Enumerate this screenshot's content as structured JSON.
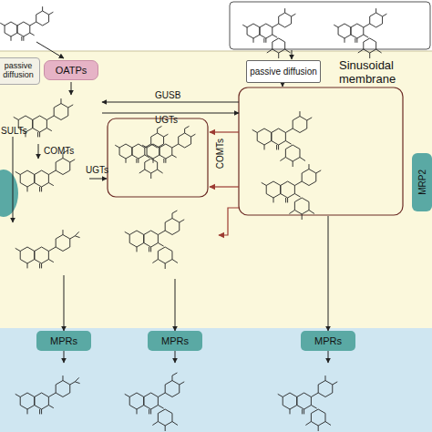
{
  "diagram": {
    "nodes": [
      {
        "text": [
          "passive diffusion"
        ]
      },
      {
        "text": [
          "OATPs"
        ]
      },
      {
        "text": [
          "passive diffusion"
        ]
      },
      {
        "text": [
          "MRP2"
        ]
      },
      {
        "text": [
          "MPRs"
        ]
      },
      {
        "text": [
          "MPRs"
        ]
      },
      {
        "text": [
          "MPRs"
        ]
      }
    ],
    "labels": [
      "Sinusoidal membrane",
      "GUSB",
      "UGTs",
      "SULTs",
      "COMTs",
      "UGTs",
      "COMTs"
    ]
  }
}
